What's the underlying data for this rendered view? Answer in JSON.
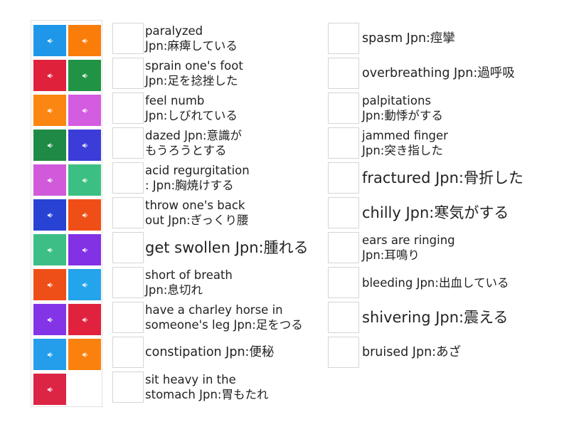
{
  "tiles": [
    {
      "color": "#1e97e8"
    },
    {
      "color": "#fa7d0a"
    },
    {
      "color": "#e0213c"
    },
    {
      "color": "#219344"
    },
    {
      "color": "#fb8612"
    },
    {
      "color": "#d45ce0"
    },
    {
      "color": "#1f8a45"
    },
    {
      "color": "#3c3cd8"
    },
    {
      "color": "#d05ad9"
    },
    {
      "color": "#3cbf83"
    },
    {
      "color": "#2842d3"
    },
    {
      "color": "#ef4f16"
    },
    {
      "color": "#3cbe86"
    },
    {
      "color": "#8231e4"
    },
    {
      "color": "#ee4f18"
    },
    {
      "color": "#24a4ea"
    },
    {
      "color": "#8334e6"
    },
    {
      "color": "#e0223e"
    },
    {
      "color": "#249eea"
    },
    {
      "color": "#fb810f"
    },
    {
      "color": "#dc2545"
    }
  ],
  "left_items": [
    {
      "text": "paralyzed\nJpn:麻痺している"
    },
    {
      "text": "sprain one's foot\nJpn:足を捻挫した"
    },
    {
      "text": "feel numb\nJpn:しびれている"
    },
    {
      "text": "dazed Jpn:意識が\nもうろうとする"
    },
    {
      "text": "acid regurgitation\n: Jpn:胸焼けする"
    },
    {
      "text": "throw one's back\nout Jpn:ぎっくり腰"
    },
    {
      "text": "get swollen Jpn:腫れる"
    },
    {
      "text": "short of breath\nJpn:息切れ"
    },
    {
      "text": "have a charley horse in\nsomeone's leg Jpn:足をつる"
    },
    {
      "text": "constipation Jpn:便秘"
    },
    {
      "text": "sit heavy in the\nstomach Jpn:胃もたれ"
    }
  ],
  "right_items": [
    {
      "text": "spasm Jpn:痙攣"
    },
    {
      "text": "overbreathing Jpn:過呼吸"
    },
    {
      "text": "palpitations\nJpn:動悸がする"
    },
    {
      "text": "jammed finger\nJpn:突き指した"
    },
    {
      "text": "fractured Jpn:骨折した"
    },
    {
      "text": "chilly Jpn:寒気がする"
    },
    {
      "text": "ears are ringing\nJpn:耳鳴り"
    },
    {
      "text": "bleeding Jpn:出血している"
    },
    {
      "text": "shivering Jpn:震える"
    },
    {
      "text": "bruised Jpn:あざ"
    }
  ]
}
